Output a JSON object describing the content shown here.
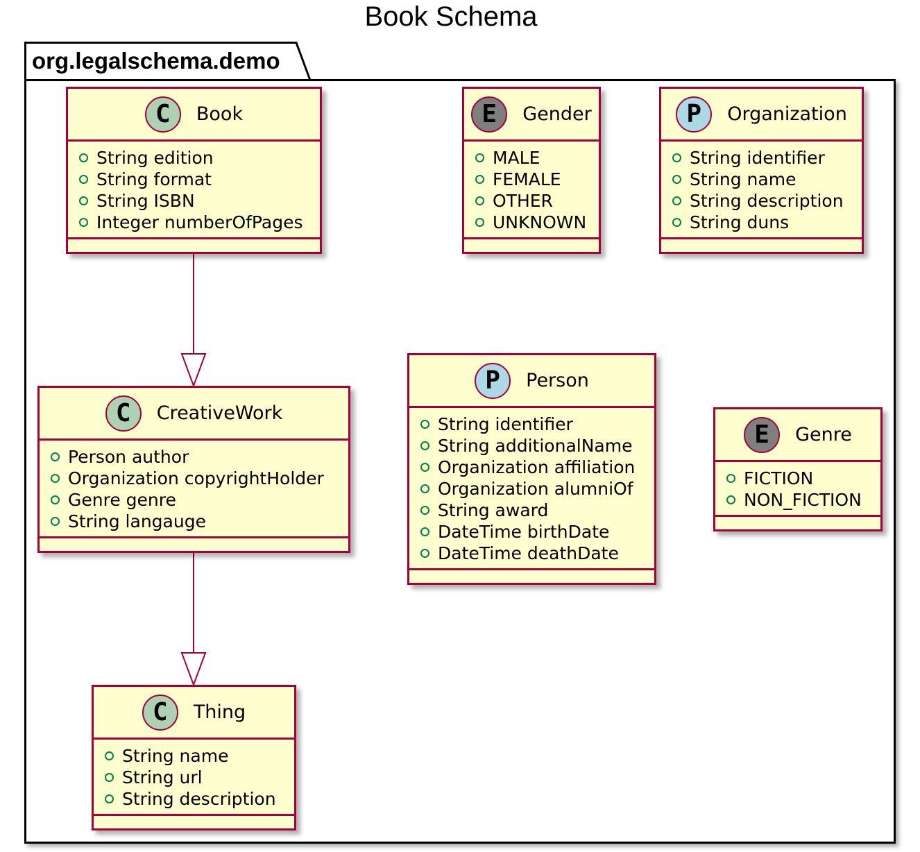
{
  "diagram": {
    "title": "Book Schema",
    "package": "org.legalschema.demo",
    "classes": [
      {
        "name": "Book",
        "stereotype": "C",
        "attributes": [
          "String edition",
          "String format",
          "String ISBN",
          "Integer numberOfPages"
        ]
      },
      {
        "name": "Gender",
        "stereotype": "E",
        "attributes": [
          "MALE",
          "FEMALE",
          "OTHER",
          "UNKNOWN"
        ]
      },
      {
        "name": "Organization",
        "stereotype": "P",
        "attributes": [
          "String identifier",
          "String name",
          "String description",
          "String duns"
        ]
      },
      {
        "name": "CreativeWork",
        "stereotype": "C",
        "attributes": [
          "Person author",
          "Organization copyrightHolder",
          "Genre genre",
          "String langauge"
        ]
      },
      {
        "name": "Person",
        "stereotype": "P",
        "attributes": [
          "String identifier",
          "String additionalName",
          "Organization affiliation",
          "Organization alumniOf",
          "String award",
          "DateTime birthDate",
          "DateTime deathDate"
        ]
      },
      {
        "name": "Genre",
        "stereotype": "E",
        "attributes": [
          "FICTION",
          "NON_FICTION"
        ]
      },
      {
        "name": "Thing",
        "stereotype": "C",
        "attributes": [
          "String name",
          "String url",
          "String description"
        ]
      }
    ],
    "relations": [
      {
        "from": "Book",
        "to": "CreativeWork",
        "type": "inheritance"
      },
      {
        "from": "CreativeWork",
        "to": "Thing",
        "type": "inheritance"
      }
    ],
    "colors": {
      "class_fill": "#fefece",
      "class_border": "#a80036",
      "badge_class": "#add1b2",
      "badge_enum": "#7f7f7f",
      "badge_protocol": "#add8e6",
      "visibility": "#038048"
    }
  }
}
